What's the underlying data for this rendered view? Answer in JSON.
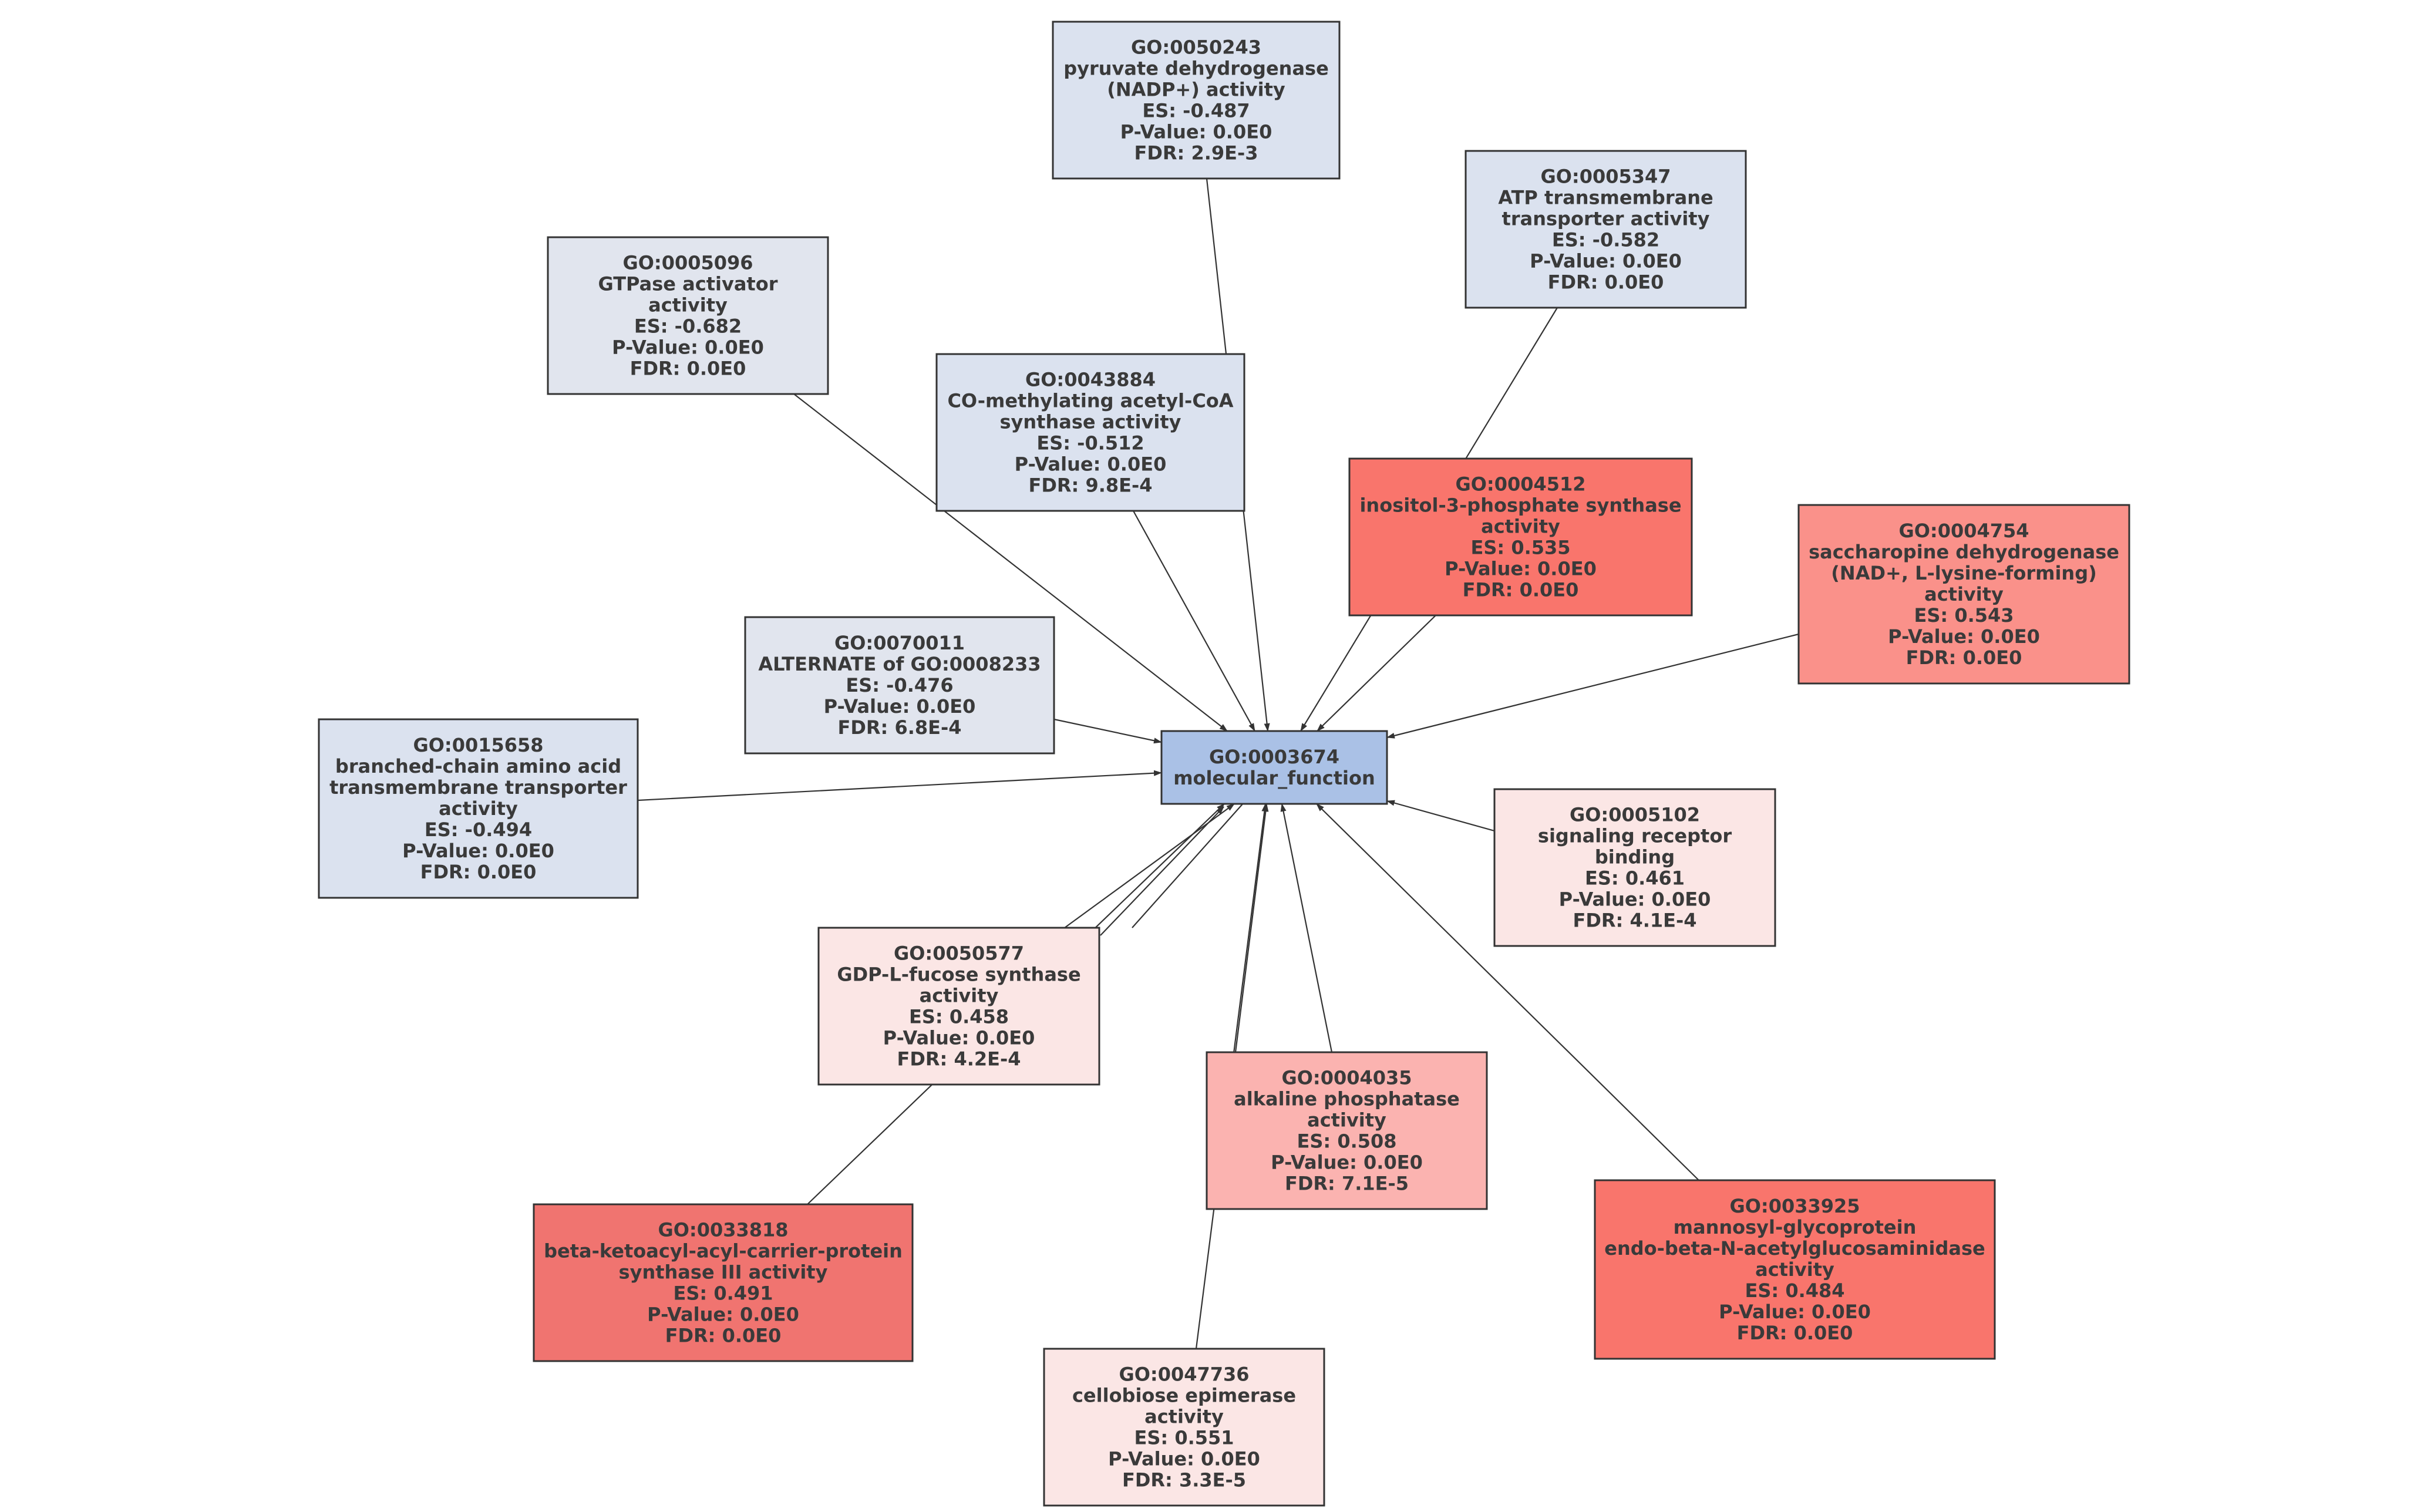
{
  "colors": {
    "root": "#aac1e6",
    "negative_strong": "#dbe2ef",
    "negative_weak": "#e1e5ee",
    "positive_strong": "#f9756c",
    "positive_mid": "#f07470",
    "positive_light": "#fa918a",
    "positive_pale": "#fbb3b0",
    "positive_faint": "#fbe6e5",
    "edge": "#333333",
    "text": "#3a3a3a"
  },
  "nodes": [
    {
      "id": "root",
      "color": "#aac1e6",
      "lines": [
        "GO:0003674",
        "molecular_function"
      ]
    },
    {
      "id": "n0050243",
      "color": "#dbe2ef",
      "lines": [
        "GO:0050243",
        "pyruvate dehydrogenase",
        "(NADP+) activity",
        "ES: -0.487",
        "P-Value: 0.0E0",
        "FDR: 2.9E-3"
      ]
    },
    {
      "id": "n0005347",
      "color": "#dbe2ef",
      "lines": [
        "GO:0005347",
        "ATP transmembrane",
        "transporter activity",
        "ES: -0.582",
        "P-Value: 0.0E0",
        "FDR: 0.0E0"
      ]
    },
    {
      "id": "n0005096",
      "color": "#e1e5ee",
      "lines": [
        "GO:0005096",
        "GTPase activator",
        "activity",
        "ES: -0.682",
        "P-Value: 0.0E0",
        "FDR: 0.0E0"
      ]
    },
    {
      "id": "n0043884",
      "color": "#dbe2ef",
      "lines": [
        "GO:0043884",
        "CO-methylating acetyl-CoA",
        "synthase activity",
        "ES: -0.512",
        "P-Value: 0.0E0",
        "FDR: 9.8E-4"
      ]
    },
    {
      "id": "n0004512",
      "color": "#f9756c",
      "lines": [
        "GO:0004512",
        "inositol-3-phosphate synthase",
        "activity",
        "ES: 0.535",
        "P-Value: 0.0E0",
        "FDR: 0.0E0"
      ]
    },
    {
      "id": "n0004754",
      "color": "#fa918a",
      "lines": [
        "GO:0004754",
        "saccharopine dehydrogenase",
        "(NAD+, L-lysine-forming)",
        "activity",
        "ES: 0.543",
        "P-Value: 0.0E0",
        "FDR: 0.0E0"
      ]
    },
    {
      "id": "n0070011",
      "color": "#e1e5ee",
      "lines": [
        "GO:0070011",
        "ALTERNATE of GO:0008233",
        "ES: -0.476",
        "P-Value: 0.0E0",
        "FDR: 6.8E-4"
      ]
    },
    {
      "id": "n0015658",
      "color": "#dbe2ef",
      "lines": [
        "GO:0015658",
        "branched-chain amino acid",
        "transmembrane transporter",
        "activity",
        "ES: -0.494",
        "P-Value: 0.0E0",
        "FDR: 0.0E0"
      ]
    },
    {
      "id": "n0005102",
      "color": "#fbe6e5",
      "lines": [
        "GO:0005102",
        "signaling receptor",
        "binding",
        "ES: 0.461",
        "P-Value: 0.0E0",
        "FDR: 4.1E-4"
      ]
    },
    {
      "id": "n0050577",
      "color": "#fbe6e5",
      "lines": [
        "GO:0050577",
        "GDP-L-fucose synthase",
        "activity",
        "ES: 0.458",
        "P-Value: 0.0E0",
        "FDR: 4.2E-4"
      ]
    },
    {
      "id": "n0004035",
      "color": "#fbb3b0",
      "lines": [
        "GO:0004035",
        "alkaline phosphatase",
        "activity",
        "ES: 0.508",
        "P-Value: 0.0E0",
        "FDR: 7.1E-5"
      ]
    },
    {
      "id": "n0033818",
      "color": "#f07470",
      "lines": [
        "GO:0033818",
        "beta-ketoacyl-acyl-carrier-protein",
        "synthase III activity",
        "ES: 0.491",
        "P-Value: 0.0E0",
        "FDR: 0.0E0"
      ]
    },
    {
      "id": "n0033925",
      "color": "#f9756c",
      "lines": [
        "GO:0033925",
        "mannosyl-glycoprotein",
        "endo-beta-N-acetylglucosaminidase",
        "activity",
        "ES: 0.484",
        "P-Value: 0.0E0",
        "FDR: 0.0E0"
      ]
    },
    {
      "id": "n0047736",
      "color": "#fbe6e5",
      "lines": [
        "GO:0047736",
        "cellobiose epimerase",
        "activity",
        "ES: 0.551",
        "P-Value: 0.0E0",
        "FDR: 3.3E-5"
      ]
    }
  ],
  "edges": [
    {
      "from": "n0050243",
      "to": "root"
    },
    {
      "from": "n0005347",
      "to": "root"
    },
    {
      "from": "n0005096",
      "to": "root"
    },
    {
      "from": "n0043884",
      "to": "root"
    },
    {
      "from": "n0004512",
      "to": "root"
    },
    {
      "from": "n0004754",
      "to": "root"
    },
    {
      "from": "n0070011",
      "to": "root"
    },
    {
      "from": "n0015658",
      "to": "root"
    },
    {
      "from": "n0005102",
      "to": "root"
    },
    {
      "from": "n0050577",
      "to": "root"
    },
    {
      "from": "n0004035",
      "to": "root"
    },
    {
      "from": "n0033818",
      "to": "root"
    },
    {
      "from": "n0033925",
      "to": "root"
    },
    {
      "from": "n0047736",
      "to": "root"
    }
  ]
}
